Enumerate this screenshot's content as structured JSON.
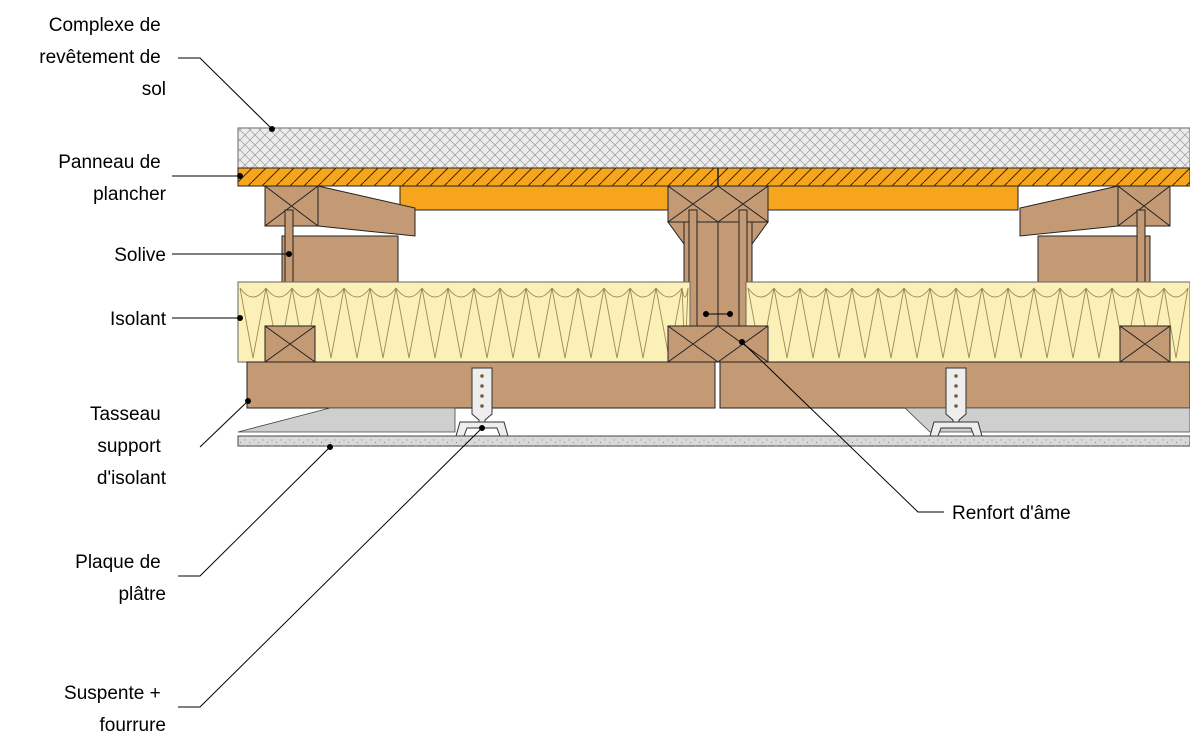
{
  "diagram": {
    "labels": {
      "floor_covering": [
        "Complexe de",
        "revêtement de",
        "sol"
      ],
      "floor_panel": [
        "Panneau de",
        "plancher"
      ],
      "joist": [
        "Solive"
      ],
      "insulation": [
        "Isolant"
      ],
      "batten": [
        "Tasseau",
        "support",
        "d'isolant"
      ],
      "plasterboard": [
        "Plaque de",
        "plâtre"
      ],
      "hanger": [
        "Suspente +",
        "fourrure"
      ],
      "web_stiffener": [
        "Renfort d'âme"
      ]
    },
    "colors": {
      "floor_covering": "#ececec",
      "floor_panel": "#f7a51c",
      "wood": "#c49a74",
      "insulation": "#fbf0b8",
      "plasterboard": "#d9d9d9",
      "metal": "#eeeeee",
      "line": "#000000"
    }
  }
}
